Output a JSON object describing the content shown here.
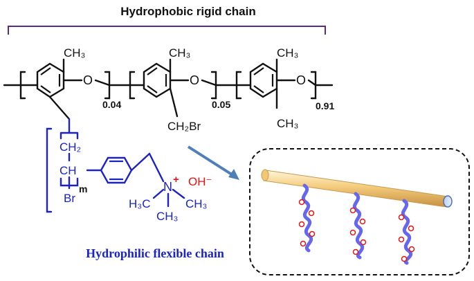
{
  "labels": {
    "top_title": "Hydrophobic rigid chain",
    "bottom_title": "Hydrophilic flexible chain"
  },
  "monomers": [
    {
      "methyl_top": "CH₃",
      "oxygen": "O",
      "subscript": "0.04"
    },
    {
      "methyl_top": "CH₃",
      "oxygen": "O",
      "subscript": "0.05",
      "substituent": "CH₂Br"
    },
    {
      "methyl_top": "CH₃",
      "oxygen": "O",
      "subscript": "0.91",
      "methyl_bottom": "CH₃"
    }
  ],
  "graft": {
    "ch2": "CH₂",
    "ch": "CH",
    "repeat": "m",
    "end_group": "Br",
    "nitrogen": "N",
    "charge": "+",
    "counter_ion": "OH⁻",
    "methyl_left": "H₃C",
    "methyl_right": "CH₃",
    "methyl_bottom": "CH₃"
  },
  "colors": {
    "black_text": "#111111",
    "hydrophilic_blue": "#1a22c8",
    "counter_ion_red": "#e11414",
    "bracket_purple": "#5a2a82",
    "arrow_blue": "#4f7fb8",
    "rod": "#f4cc7c",
    "helix": "#6666ee"
  }
}
